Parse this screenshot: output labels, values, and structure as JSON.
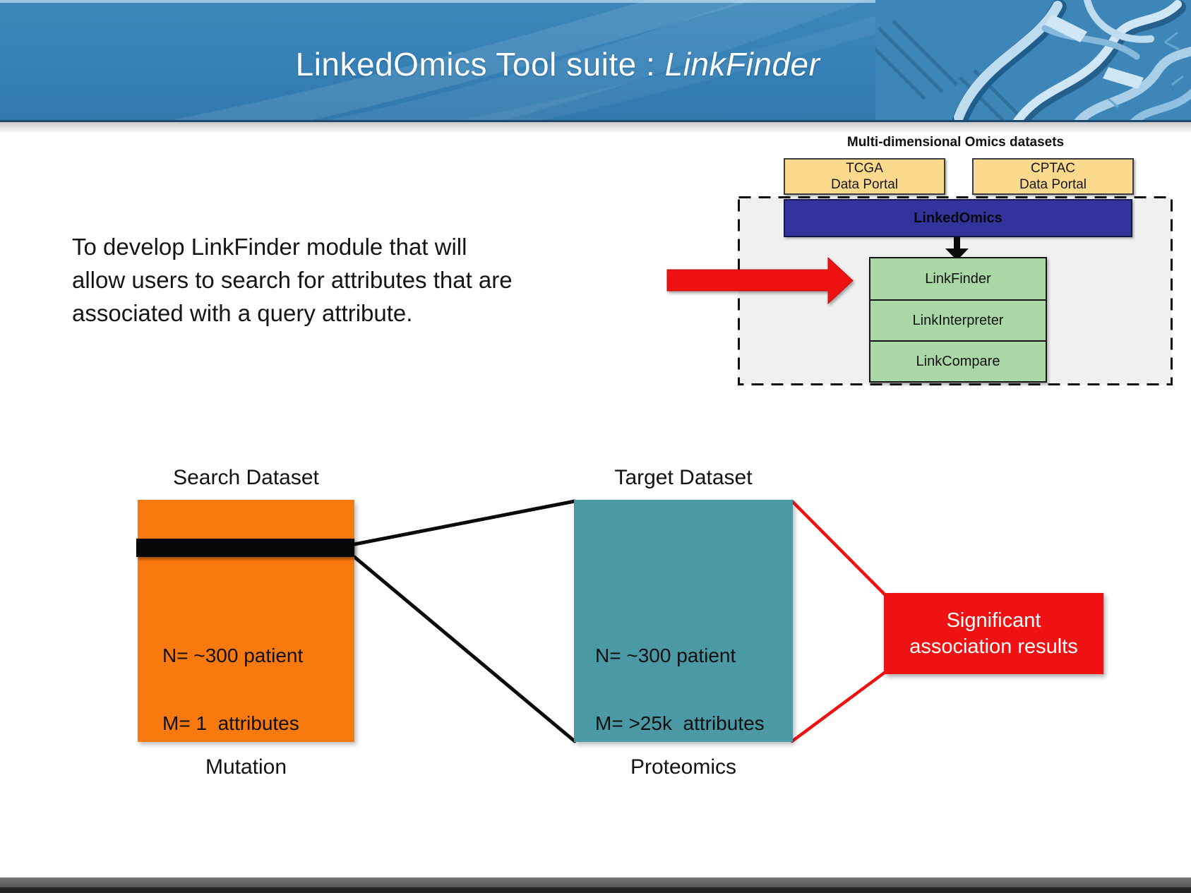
{
  "title": {
    "prefix": "LinkedOmics Tool suite : ",
    "emphasis": "LinkFinder"
  },
  "objective": {
    "lines": [
      "To develop LinkFinder module that will",
      "allow users to search for attributes that are",
      "associated with a query attribute."
    ]
  },
  "omics": {
    "heading": "Multi-dimensional Omics datasets",
    "portals": [
      {
        "line1": "TCGA",
        "line2": "Data Portal"
      },
      {
        "line1": "CPTAC",
        "line2": "Data Portal"
      }
    ],
    "platform": "LinkedOmics",
    "modules": [
      "LinkFinder",
      "LinkInterpreter",
      "LinkCompare"
    ]
  },
  "flow": {
    "search": {
      "heading": "Search Dataset",
      "stats": [
        "N= ~300 patient",
        "M= 1  attributes"
      ],
      "caption": "Mutation"
    },
    "target": {
      "heading": "Target Dataset",
      "stats": [
        "N= ~300 patient",
        "M= >25k  attributes"
      ],
      "caption": "Proteomics"
    },
    "result": {
      "lines": [
        "Significant",
        "association results"
      ]
    }
  },
  "colors": {
    "banner_blue": "#3580B6",
    "platform_navy": "#32339B",
    "portal_yellow": "#FBD98D",
    "module_green": "#A9D7A5",
    "accent_red": "#EE1212",
    "search_orange": "#F8790D",
    "target_teal": "#4A99A4"
  }
}
